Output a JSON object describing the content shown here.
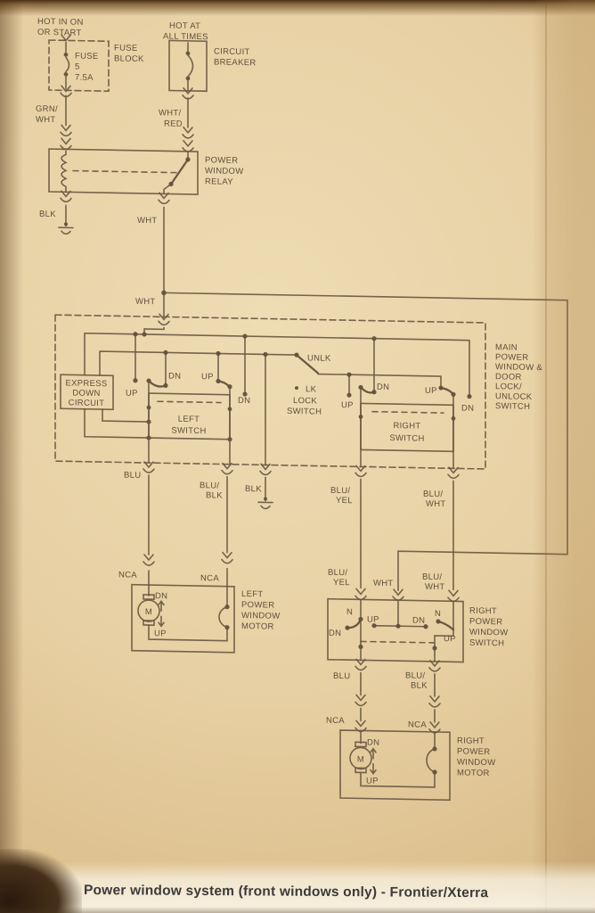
{
  "caption": "Power window system (front windows only) - Frontier/Xterra",
  "common": {
    "up": "UP",
    "dn": "DN",
    "n": "N",
    "nca": "NCA",
    "motor_m": "M",
    "wht": "WHT",
    "blu": "BLU",
    "blk": "BLK",
    "yel": "YEL",
    "red": "RED",
    "blu_slash": "BLU/",
    "wht_slash": "WHT/",
    "grn_slash": "GRN/",
    "left": "LEFT",
    "right": "RIGHT",
    "power": "POWER",
    "window": "WINDOW",
    "motor": "MOTOR",
    "switch": "SWITCH",
    "circuit": "CIRCUIT"
  },
  "supply": {
    "hot_start_1": "HOT IN ON",
    "hot_start_2": "OR START",
    "hot_all_1": "HOT AT",
    "hot_all_2": "ALL TIMES",
    "fuse": "FUSE",
    "fuse_number": "5",
    "fuse_rating": "7.5A",
    "block": "BLOCK",
    "breaker": "BREAKER",
    "relay": "RELAY"
  },
  "main_switch": {
    "main": "MAIN",
    "window_amp": "WINDOW &",
    "door": "DOOR",
    "lock_slash": "LOCK/",
    "unlock": "UNLOCK",
    "express": "EXPRESS",
    "down": "DOWN",
    "unlk": "UNLK",
    "lk": "LK",
    "lock": "LOCK"
  }
}
